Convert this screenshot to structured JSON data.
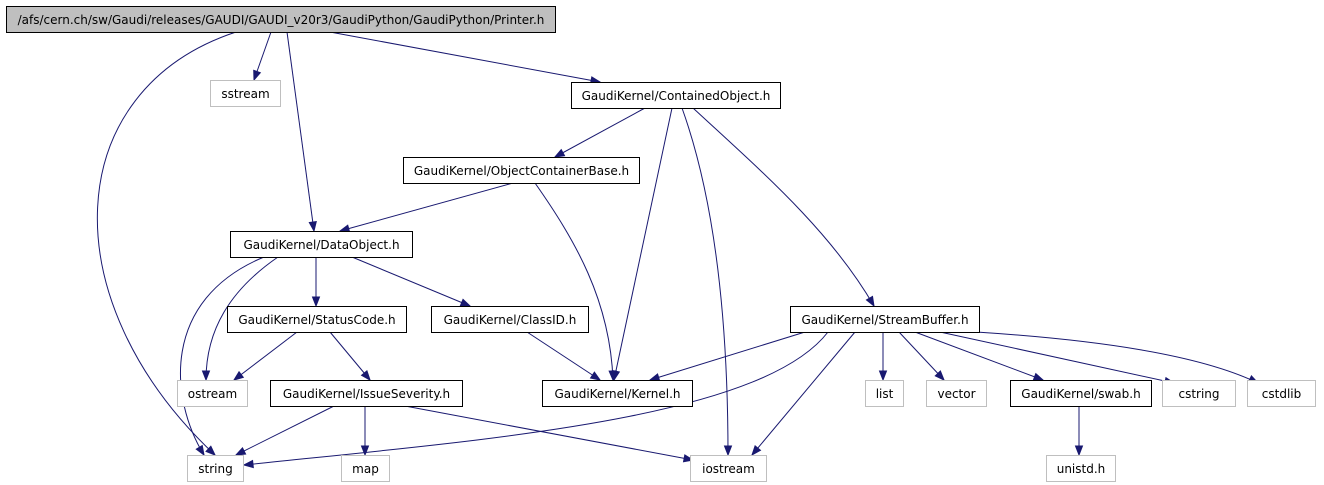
{
  "graph": {
    "nodes": [
      {
        "id": "printer",
        "label": "/afs/cern.ch/sw/Gaudi/releases/GAUDI/GAUDI_v20r3/GaudiPython/GaudiPython/Printer.h",
        "style": "root"
      },
      {
        "id": "sstream",
        "label": "sstream",
        "style": "external"
      },
      {
        "id": "contained",
        "label": "GaudiKernel/ContainedObject.h",
        "style": "local"
      },
      {
        "id": "objcont",
        "label": "GaudiKernel/ObjectContainerBase.h",
        "style": "local"
      },
      {
        "id": "dataobj",
        "label": "GaudiKernel/DataObject.h",
        "style": "local"
      },
      {
        "id": "statuscode",
        "label": "GaudiKernel/StatusCode.h",
        "style": "local"
      },
      {
        "id": "classid",
        "label": "GaudiKernel/ClassID.h",
        "style": "local"
      },
      {
        "id": "streambuf",
        "label": "GaudiKernel/StreamBuffer.h",
        "style": "local"
      },
      {
        "id": "ostream",
        "label": "ostream",
        "style": "external"
      },
      {
        "id": "issue",
        "label": "GaudiKernel/IssueSeverity.h",
        "style": "local"
      },
      {
        "id": "kernel",
        "label": "GaudiKernel/Kernel.h",
        "style": "local"
      },
      {
        "id": "list",
        "label": "list",
        "style": "external"
      },
      {
        "id": "vector",
        "label": "vector",
        "style": "external"
      },
      {
        "id": "swab",
        "label": "GaudiKernel/swab.h",
        "style": "local"
      },
      {
        "id": "cstring",
        "label": "cstring",
        "style": "external"
      },
      {
        "id": "cstdlib",
        "label": "cstdlib",
        "style": "external"
      },
      {
        "id": "string",
        "label": "string",
        "style": "external"
      },
      {
        "id": "map",
        "label": "map",
        "style": "external"
      },
      {
        "id": "iostream",
        "label": "iostream",
        "style": "external"
      },
      {
        "id": "unistd",
        "label": "unistd.h",
        "style": "external"
      }
    ],
    "edges": [
      {
        "from": "printer",
        "to": "sstream"
      },
      {
        "from": "printer",
        "to": "contained"
      },
      {
        "from": "printer",
        "to": "dataobj"
      },
      {
        "from": "printer",
        "to": "string"
      },
      {
        "from": "contained",
        "to": "objcont"
      },
      {
        "from": "contained",
        "to": "kernel"
      },
      {
        "from": "contained",
        "to": "iostream"
      },
      {
        "from": "contained",
        "to": "streambuf"
      },
      {
        "from": "objcont",
        "to": "dataobj"
      },
      {
        "from": "objcont",
        "to": "kernel"
      },
      {
        "from": "dataobj",
        "to": "statuscode"
      },
      {
        "from": "dataobj",
        "to": "classid"
      },
      {
        "from": "dataobj",
        "to": "ostream"
      },
      {
        "from": "dataobj",
        "to": "string"
      },
      {
        "from": "statuscode",
        "to": "ostream"
      },
      {
        "from": "statuscode",
        "to": "issue"
      },
      {
        "from": "classid",
        "to": "kernel"
      },
      {
        "from": "issue",
        "to": "string"
      },
      {
        "from": "issue",
        "to": "map"
      },
      {
        "from": "issue",
        "to": "iostream"
      },
      {
        "from": "streambuf",
        "to": "kernel"
      },
      {
        "from": "streambuf",
        "to": "string"
      },
      {
        "from": "streambuf",
        "to": "iostream"
      },
      {
        "from": "streambuf",
        "to": "list"
      },
      {
        "from": "streambuf",
        "to": "vector"
      },
      {
        "from": "streambuf",
        "to": "swab"
      },
      {
        "from": "streambuf",
        "to": "cstring"
      },
      {
        "from": "streambuf",
        "to": "cstdlib"
      },
      {
        "from": "swab",
        "to": "unistd"
      }
    ]
  },
  "colors": {
    "edge": "#191970",
    "root_fill": "#bfbfbf",
    "local_border": "#000000",
    "external_border": "#bfbfbf",
    "text": "#000000"
  }
}
